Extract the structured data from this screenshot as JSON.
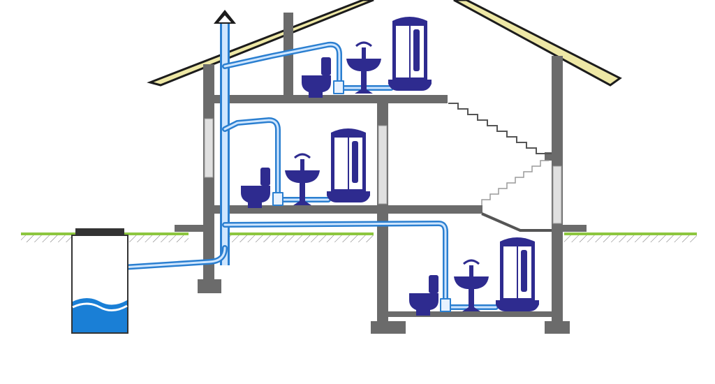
{
  "colors": {
    "background": "#ffffff",
    "wall": "#6b6b6b",
    "wall_dark": "#5a5a5a",
    "roof_fill": "#eee8a6",
    "roof_edge": "#1c1c1c",
    "ground": "#8dc63f",
    "ground_hatch": "#6f6f6f",
    "pipe_outer": "#2b7fd0",
    "pipe_inner": "#cfe6ff",
    "fixture": "#2e2b8f",
    "fixture_light": "#8fb7e6",
    "water": "#1a7fd6",
    "window": "#d9d9d9",
    "stair": "#555555"
  },
  "floors": [
    "attic",
    "first",
    "basement"
  ],
  "fixtures": {
    "attic": [
      "toilet",
      "sink",
      "shower-cabin"
    ],
    "first": [
      "toilet",
      "sink",
      "shower-cabin"
    ],
    "basement": [
      "toilet",
      "sink",
      "shower-cabin"
    ]
  },
  "icons": {
    "vent_arrow": "arrow-up-icon",
    "tank": "septic-tank-icon",
    "stairs": "staircase-icon"
  }
}
